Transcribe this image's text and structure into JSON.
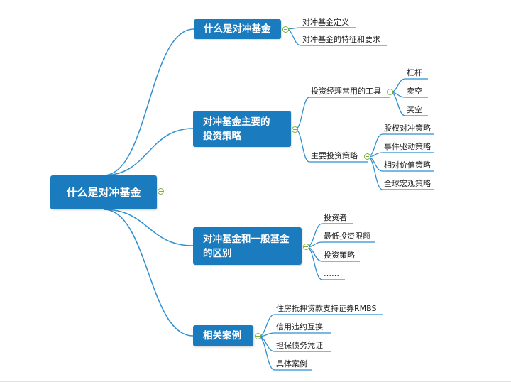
{
  "root": {
    "label": "什么是对冲基金"
  },
  "branches": [
    {
      "key": "definition",
      "label": "什么是对冲基金",
      "children": [
        {
          "label": "对冲基金定义"
        },
        {
          "label": "对冲基金的特征和要求"
        }
      ]
    },
    {
      "key": "strategies",
      "label": "对冲基金主要的\n投资策略",
      "children": [
        {
          "label": "投资经理常用的工具",
          "children": [
            {
              "label": "杠杆"
            },
            {
              "label": "卖空"
            },
            {
              "label": "买空"
            }
          ]
        },
        {
          "label": "主要投资策略",
          "children": [
            {
              "label": "股权对冲策略"
            },
            {
              "label": "事件驱动策略"
            },
            {
              "label": "相对价值策略"
            },
            {
              "label": "全球宏观策略"
            }
          ]
        }
      ]
    },
    {
      "key": "difference",
      "label": "对冲基金和一般基金\n的区别",
      "children": [
        {
          "label": "投资者"
        },
        {
          "label": "最低投资限额"
        },
        {
          "label": "投资策略"
        },
        {
          "label": "……"
        }
      ]
    },
    {
      "key": "cases",
      "label": "相关案例",
      "children": [
        {
          "label": "住房抵押贷款支持证券RMBS"
        },
        {
          "label": "信用违约互换"
        },
        {
          "label": "担保债务凭证"
        },
        {
          "label": "具体案例"
        }
      ]
    }
  ],
  "colors": {
    "node": "#1a7bbf",
    "line": "#2f8fd0",
    "collapse": "#7fae3e"
  }
}
